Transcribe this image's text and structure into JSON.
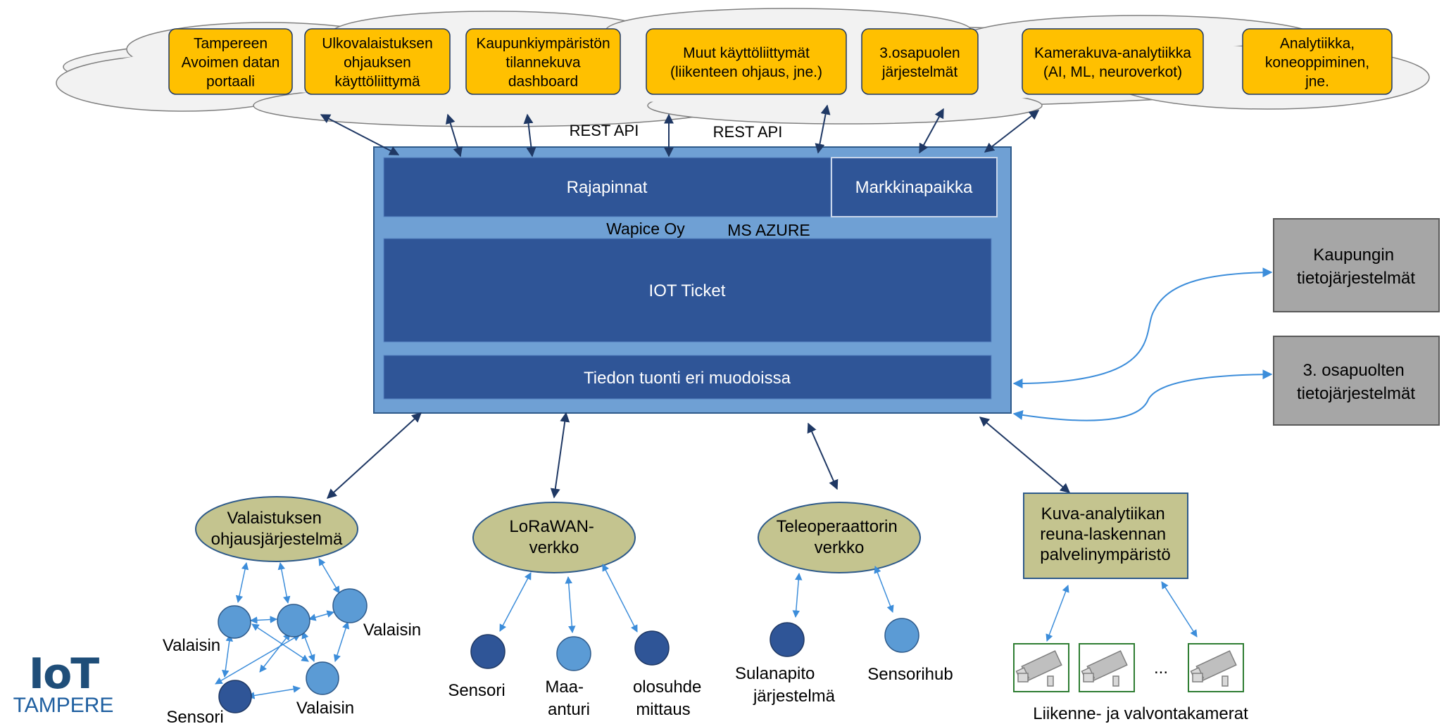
{
  "colors": {
    "app_box": "#ffc000",
    "platform_outer": "#6fa0d4",
    "platform_band": "#2f5597",
    "grey_box": "#a6a6a6",
    "olive": "#c4c48f",
    "node_light": "#5b9bd5",
    "node_dark": "#2f5597",
    "arrow_dark": "#1f3864",
    "arrow_light": "#3c8dda"
  },
  "apps": [
    {
      "lines": [
        "Tampereen",
        "Avoimen datan",
        "portaali"
      ]
    },
    {
      "lines": [
        "Ulkovalaistuksen",
        "ohjauksen",
        "käyttöliittymä"
      ]
    },
    {
      "lines": [
        "Kaupunkiympäristön",
        "tilannekuva",
        "dashboard"
      ]
    },
    {
      "lines": [
        "Muut käyttöliittymät",
        "(liikenteen ohjaus, jne.)"
      ]
    },
    {
      "lines": [
        "3.osapuolen",
        "järjestelmät"
      ]
    },
    {
      "lines": [
        "Kamerakuva-analytiikka",
        "(AI, ML, neuroverkot)"
      ]
    },
    {
      "lines": [
        "Analytiikka,",
        "koneoppiminen,",
        "jne."
      ]
    }
  ],
  "rest_api_labels": [
    "REST API",
    "REST API"
  ],
  "platform": {
    "interfaces": "Rajapinnat",
    "marketplace": "Markkinapaikka",
    "vendor": "Wapice Oy",
    "cloud": "MS AZURE",
    "core": "IOT Ticket",
    "ingest": "Tiedon tuonti eri muodoissa"
  },
  "external_systems": [
    {
      "lines": [
        "Kaupungin",
        "tietojärjestelmät"
      ]
    },
    {
      "lines": [
        "3. osapuolten",
        "tietojärjestelmät"
      ]
    }
  ],
  "networks": [
    {
      "lines": [
        "Valaistuksen",
        "ohjausjärjestelmä"
      ]
    },
    {
      "lines": [
        "LoRaWAN-",
        "verkko"
      ]
    },
    {
      "lines": [
        "Teleoperaattorin",
        "verkko"
      ]
    },
    {
      "lines": [
        "Kuva-analytiikan",
        "reuna-laskennan",
        "palvelinympäristö"
      ]
    }
  ],
  "device_labels": {
    "lighting_left": "Valaisin",
    "lighting_right": "Valaisin",
    "lighting_bottom": "Valaisin",
    "lighting_sensor": "Sensori",
    "lora_sensor": "Sensori",
    "lora_soil": [
      "Maa-",
      "anturi"
    ],
    "lora_conditions": [
      "olosuhde",
      "mittaus"
    ],
    "tele_snowmelt": [
      "Sulanapito",
      "järjestelmä"
    ],
    "tele_hub": "Sensorihub",
    "cameras_ellipsis": "...",
    "cameras_caption": "Liikenne- ja valvontakamerat"
  },
  "logo": {
    "main": "IoT",
    "sub": "TAMPERE"
  }
}
